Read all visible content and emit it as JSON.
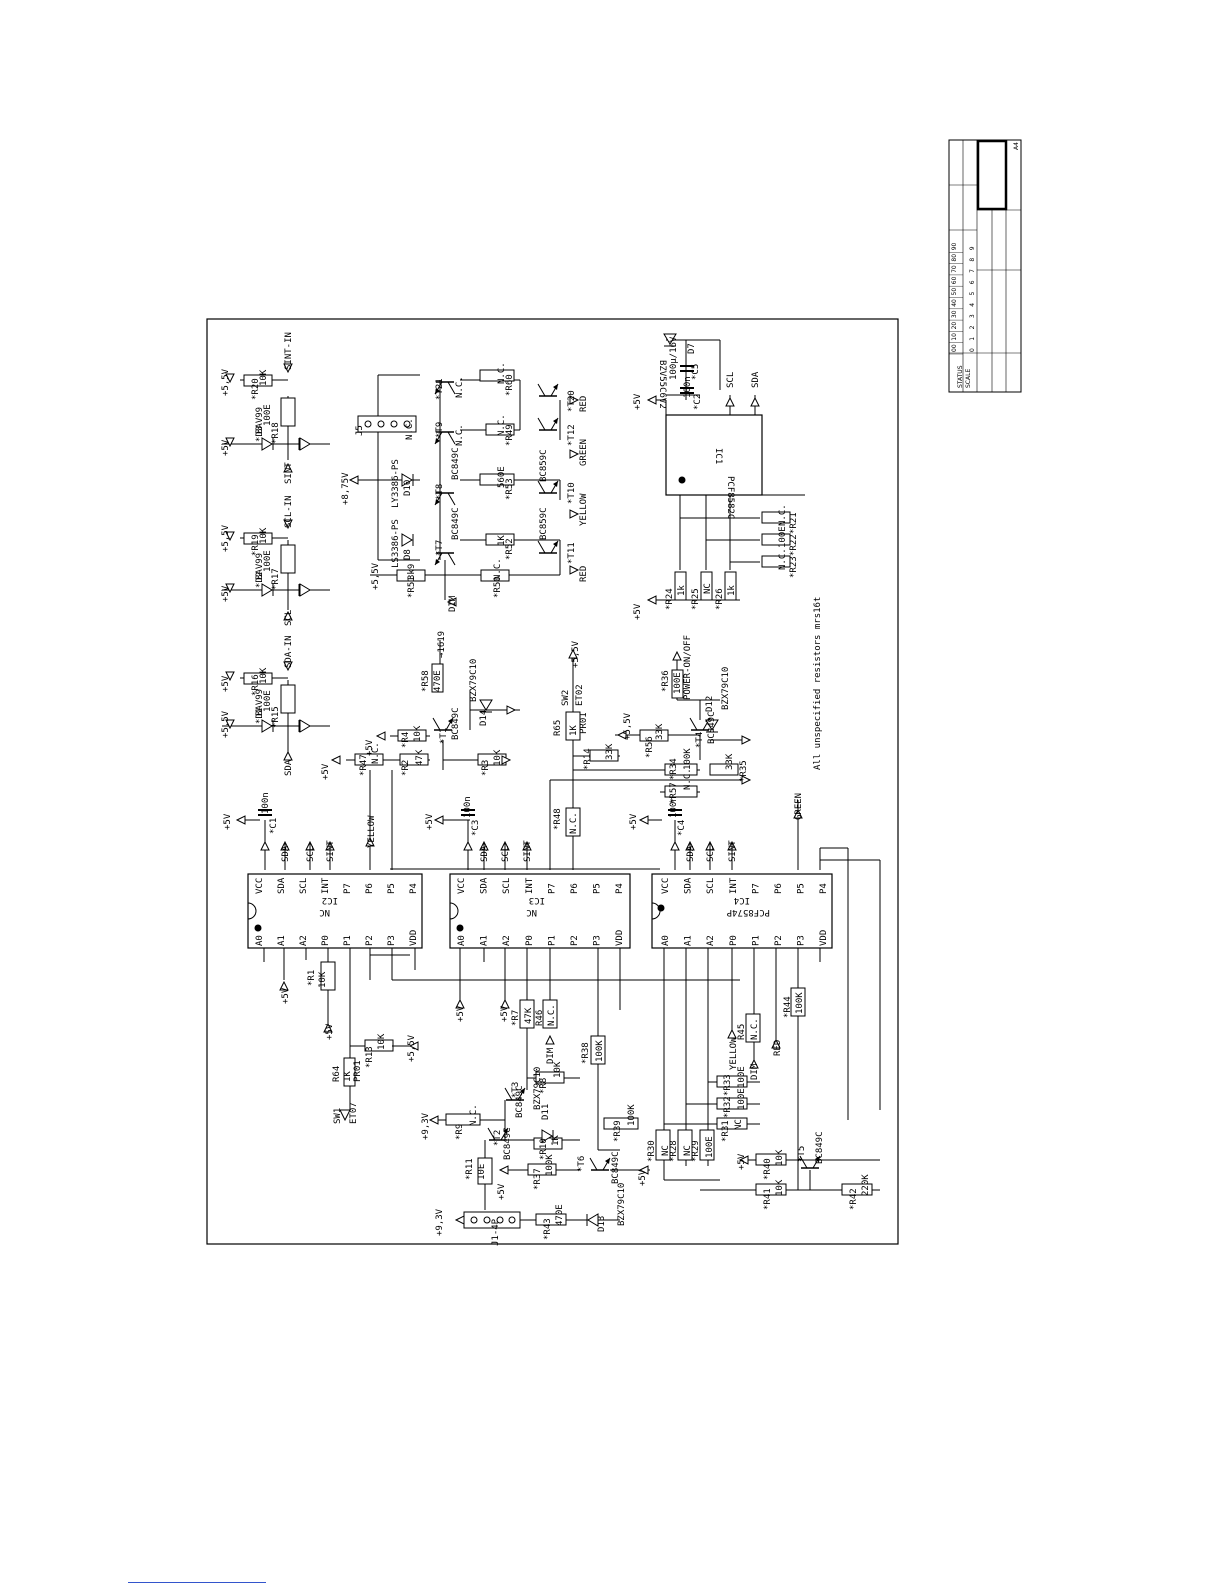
{
  "title_block": {
    "status": "STATUS",
    "scale": "SCALE",
    "percent_row": [
      "00",
      "10",
      "20",
      "30",
      "40",
      "50",
      "60",
      "70",
      "80",
      "90"
    ],
    "digit_row": [
      "0",
      "1",
      "2",
      "3",
      "4",
      "5",
      "6",
      "7",
      "8",
      "9"
    ],
    "size": "A4"
  },
  "ics": [
    {
      "ref": "IC2",
      "part": "NC",
      "pins_top": [
        "VCC",
        "SDA",
        "SCL",
        "INT",
        "P7",
        "P6",
        "P5",
        "P4"
      ],
      "pins_bottom": [
        "A0",
        "A1",
        "A2",
        "P0",
        "P1",
        "P2",
        "P3",
        "VDD"
      ]
    },
    {
      "ref": "IC3",
      "part": "NC",
      "pins_top": [
        "VCC",
        "SDA",
        "SCL",
        "INT",
        "P7",
        "P6",
        "P5",
        "P4"
      ],
      "pins_bottom": [
        "A0",
        "A1",
        "A2",
        "P0",
        "P1",
        "P2",
        "P3",
        "VDD"
      ]
    },
    {
      "ref": "IC4",
      "part": "PCF8574P",
      "pins_top": [
        "VCC",
        "SDA",
        "SCL",
        "INT",
        "P7",
        "P6",
        "P5",
        "P4"
      ],
      "pins_bottom": [
        "A0",
        "A1",
        "A2",
        "P0",
        "P1",
        "P2",
        "P3",
        "VDD"
      ]
    },
    {
      "ref": "IC1",
      "part": "PCF8582C"
    }
  ],
  "note": "All unspecified resistors mrs16t",
  "labels": {
    "sda": "SDA",
    "scl": "SCL",
    "sint": "SINT",
    "yellow": "YELLOW",
    "green": "GREEN",
    "red": "RED",
    "dim": "DIM",
    "p5v": "+5V",
    "p55v": "+5,5V",
    "p875v": "+8,75V",
    "p93v": "+9,3V",
    "sda_in": "SDA-IN",
    "scl_in": "SCL-IN",
    "sint_in": "SINT-IN",
    "power": "POWER-ON/OFF",
    "led_out": "→1619",
    "nc": "N.C."
  },
  "inputs": [
    {
      "diode": "BAV99",
      "diode_ref": "*D1",
      "res_series": "100E",
      "res_series_ref": "*R15",
      "res_pull": "10K",
      "res_pull_ref": "*R16"
    },
    {
      "diode": "BAV99",
      "diode_ref": "*D2",
      "res_series": "100E",
      "res_series_ref": "*R17",
      "res_pull": "10K",
      "res_pull_ref": "*R19"
    },
    {
      "diode": "BAV99",
      "diode_ref": "*D3",
      "res_series": "100E",
      "res_series_ref": "*R18",
      "res_pull": "10K",
      "res_pull_ref": "*R20"
    }
  ],
  "led_section": {
    "r51": "3k9",
    "r51_ref": "*R51",
    "r50": "N.C.",
    "r50_ref": "*R50",
    "t7": "*T7",
    "t8": "*T8",
    "t9": "*T9",
    "t21": "*T21",
    "t7_part": "BC849C",
    "t8_part": "BC849C",
    "d8": "D8",
    "d8_part": "LS3386-PS",
    "d10": "D10",
    "d10_part": "LY3386-PS",
    "r52": "1K",
    "r52_ref": "*R52",
    "r53": "560E",
    "r53_ref": "*R53",
    "r49": "N.C.",
    "r49_ref": "*R49",
    "r60": "N.C.",
    "r60_ref": "*R60",
    "t10": "*T10",
    "t11": "*T11",
    "t12": "*T12",
    "t20": "*T20",
    "bc859c": "BC859C",
    "j5": "J5"
  },
  "eeprom": {
    "cap1": "100n",
    "cap1_ref": "*C2",
    "cap2": "100µ/16V",
    "cap2_ref": "*C5",
    "zener": "BZV55C6V2",
    "zener_ref": "D7",
    "r24": "1k",
    "r24_ref": "*R24",
    "r25": "NC",
    "r25_ref": "*R25",
    "r26": "1k",
    "r26_ref": "*R26",
    "r21": "N.C.",
    "r21_ref": "*R21",
    "r22": "100E",
    "r22_ref": "*R22",
    "r23": "N.C.",
    "r23_ref": "*R23"
  },
  "mid_section": {
    "c1": "100n",
    "c1_ref": "*C1",
    "c3": "100n",
    "c3_ref": "*C3",
    "c4": "100n",
    "c4_ref": "*C4",
    "r47": "N.C.",
    "r47_ref": "*R47",
    "r2": "47K",
    "r2_ref": "*R2",
    "r3": "10K",
    "r3_ref": "*R3",
    "r4": "10K",
    "r4_ref": "*R4",
    "t1": "*T1",
    "t1_part": "BC849C",
    "d14": "D14",
    "d14_part": "BZX79C10",
    "r58": "470E",
    "r58_ref": "*R58",
    "r48": "N.C.",
    "r48_ref": "*R48",
    "r14": "33K",
    "r14_ref": "*R14",
    "r65": "1K",
    "r65_ref": "R65",
    "pr01": "PR01",
    "sw2": "SW2",
    "et02": "ET02",
    "r57": "N.C.",
    "r57_ref": "*R57",
    "r34": "100K",
    "r34_ref": "*R34",
    "r35": "33K",
    "r35_ref": "*R35",
    "r56": "33K",
    "r56_ref": "*R56",
    "t4": "*T4",
    "t4_part": "BC849C",
    "d12": "D12",
    "d12_part": "BZX79C10",
    "r36": "100E",
    "r36_ref": "*R36"
  },
  "lower_section": {
    "r1": "10K",
    "r1_ref": "*R1",
    "r13": "10K",
    "r13_ref": "*R13",
    "r64": "1K",
    "r64_ref": "R64",
    "pr01": "PR01",
    "sw1": "SW1",
    "et07": "ET07",
    "r7": "47K",
    "r7_ref": "*R7",
    "r46": "N.C.",
    "r46_ref": "R46",
    "r38": "100K",
    "r38_ref": "*R38",
    "r8": "10K",
    "r8_ref": "*R8",
    "r9": "N.C.",
    "r9_ref": "*R9",
    "r10": "1K",
    "r10_ref": "*R10",
    "r39": "100K",
    "r39_ref": "*R39",
    "r11": "10E",
    "r11_ref": "*R11",
    "r37": "100K",
    "r37_ref": "*R37",
    "r43": "470E",
    "r43_ref": "*R43",
    "t2": "*T2",
    "t3": "*T3",
    "t6": "*T6",
    "t5": "*T5",
    "bc849c": "BC849C",
    "d11": "D11",
    "d11_part": "BZX79C10",
    "d13": "D13",
    "d13_part": "BZX79C10",
    "j1": "J1-4P",
    "r30": "NC",
    "r30_ref": "*R30",
    "r28": "NC",
    "r28_ref": "*R28",
    "r29": "100E",
    "r29_ref": "*R29",
    "r31": "NC",
    "r31_ref": "*R31",
    "r32": "100E",
    "r32_ref": "*R32",
    "r33": "100E",
    "r33_ref": "*R33",
    "r45": "N.C.",
    "r45_ref": "R45",
    "r44": "100K",
    "r44_ref": "*R44",
    "r40": "10K",
    "r40_ref": "*R40",
    "r41": "10K",
    "r41_ref": "*R41",
    "r42": "220K",
    "r42_ref": "*R42"
  }
}
